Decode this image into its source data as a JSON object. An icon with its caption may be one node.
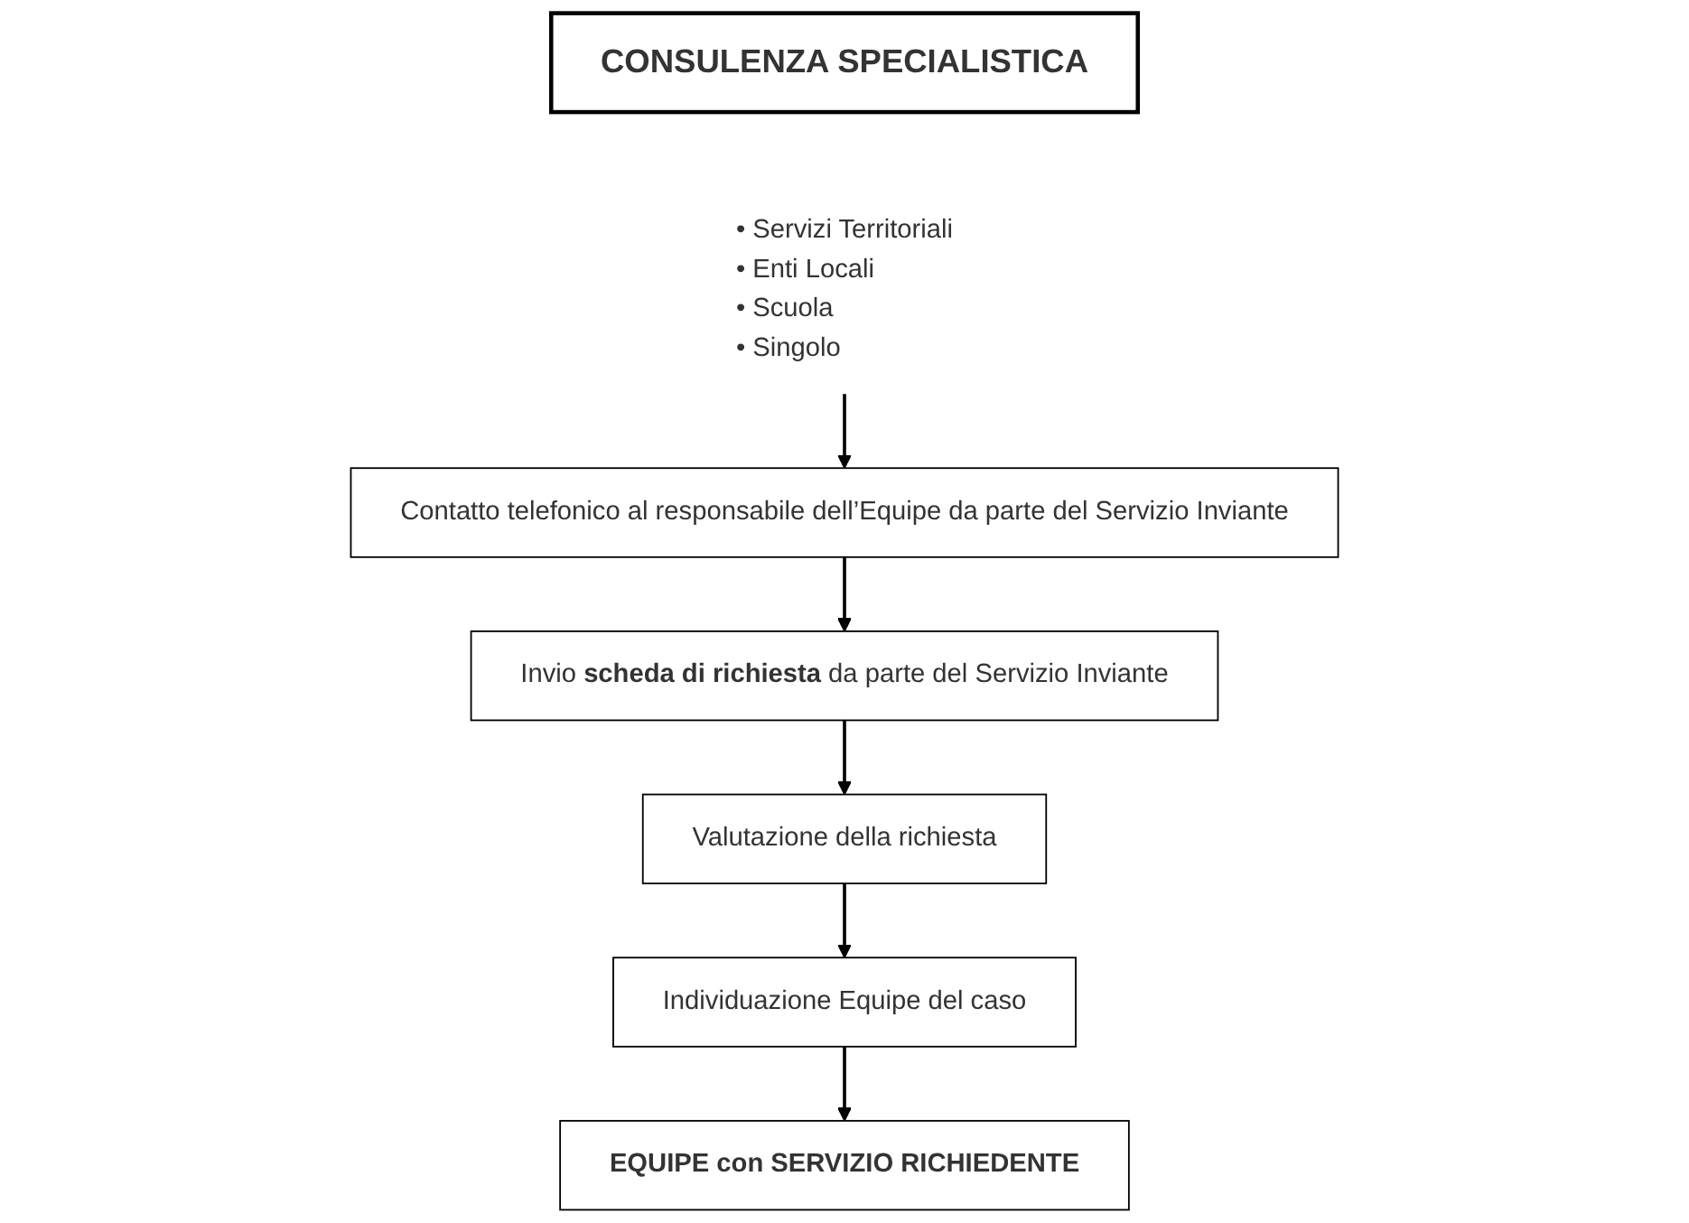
{
  "diagram": {
    "nodes": [
      {
        "text": [
          "CONSULENZA SPECIALISTICA"
        ]
      },
      {
        "text": [
          "• Servizi Territoriali",
          "• Enti Locali",
          "• Scuola",
          "• Singolo"
        ]
      },
      {
        "text": [
          "Contatto telefonico al responsabile dell’Equipe da parte del Servizio Inviante"
        ]
      },
      {
        "text": [
          "Invio **scheda di richiesta** da parte del Servizio Inviante"
        ]
      },
      {
        "text": [
          "Valutazione della richiesta"
        ]
      },
      {
        "text": [
          "Individuazione Equipe del caso"
        ]
      },
      {
        "text": [
          "EQUIPE con SERVIZIO RICHIEDENTE"
        ]
      }
    ],
    "edges": [
      {
        "from": 1,
        "to": 2,
        "arrow": "to"
      },
      {
        "from": 2,
        "to": 3,
        "arrow": "to"
      },
      {
        "from": 3,
        "to": 4,
        "arrow": "to"
      },
      {
        "from": 4,
        "to": 5,
        "arrow": "to"
      },
      {
        "from": 5,
        "to": 6,
        "arrow": "to"
      }
    ]
  }
}
